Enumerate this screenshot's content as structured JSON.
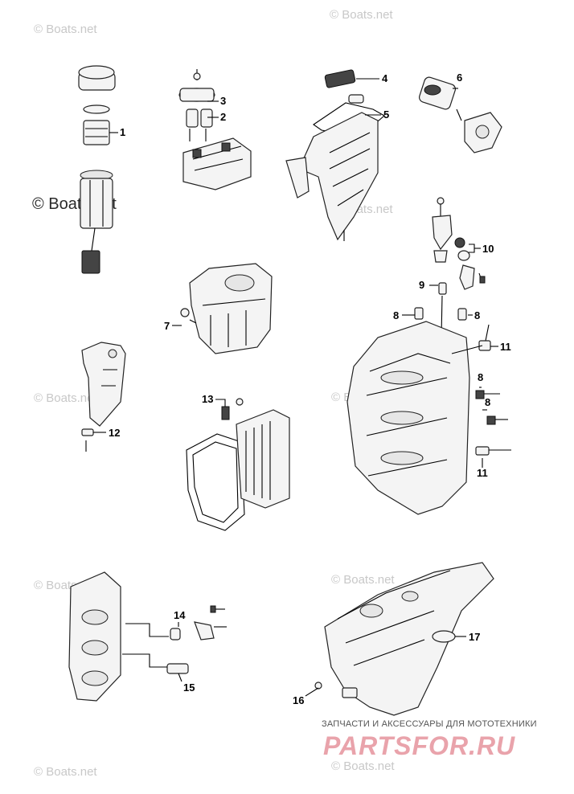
{
  "watermarks": {
    "text": "© Boats.net",
    "feature_text": "© Boats.net"
  },
  "callouts": [
    "1",
    "2",
    "3",
    "4",
    "5",
    "6",
    "7",
    "8",
    "8",
    "8",
    "8",
    "9",
    "10",
    "11",
    "11",
    "12",
    "13",
    "14",
    "15",
    "16",
    "17"
  ],
  "brand": {
    "tagline": "ЗАПЧАСТИ И АКСЕССУАРЫ ДЛЯ МОТОТЕХНИКИ",
    "logo": "PARTSFOR.RU"
  }
}
